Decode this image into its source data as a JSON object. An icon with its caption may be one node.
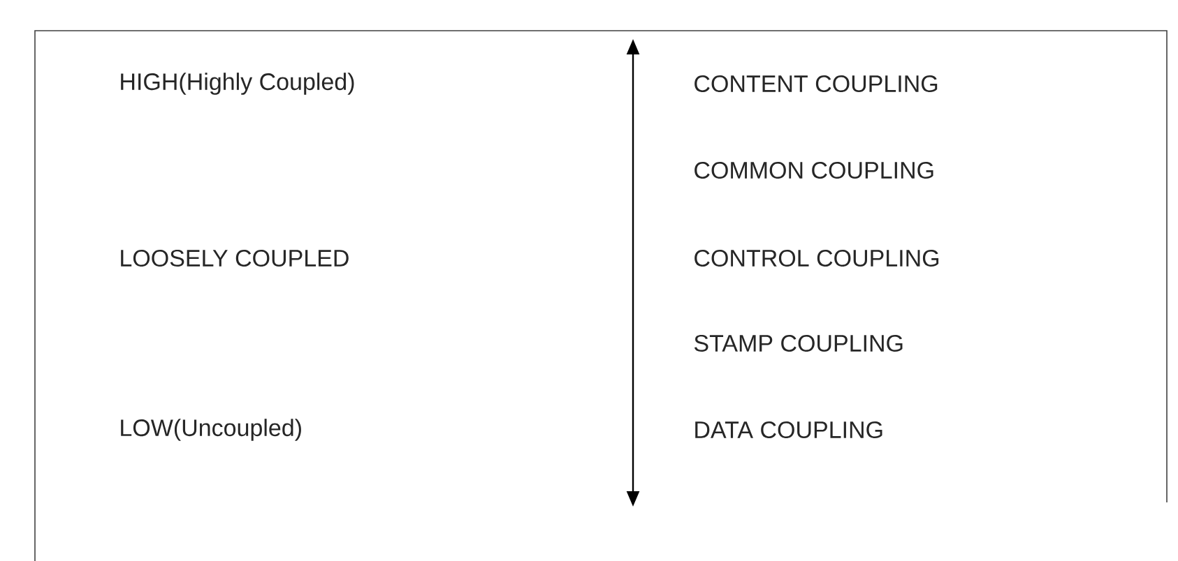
{
  "diagram": {
    "labels": [
      "HIGH(Highly Coupled)",
      "CONTENT COUPLING",
      "COMMON COUPLING",
      "LOOSELY COUPLED",
      "CONTROL COUPLING",
      "STAMP COUPLING",
      "LOW(Uncoupled)",
      "DATA COUPLING"
    ]
  }
}
